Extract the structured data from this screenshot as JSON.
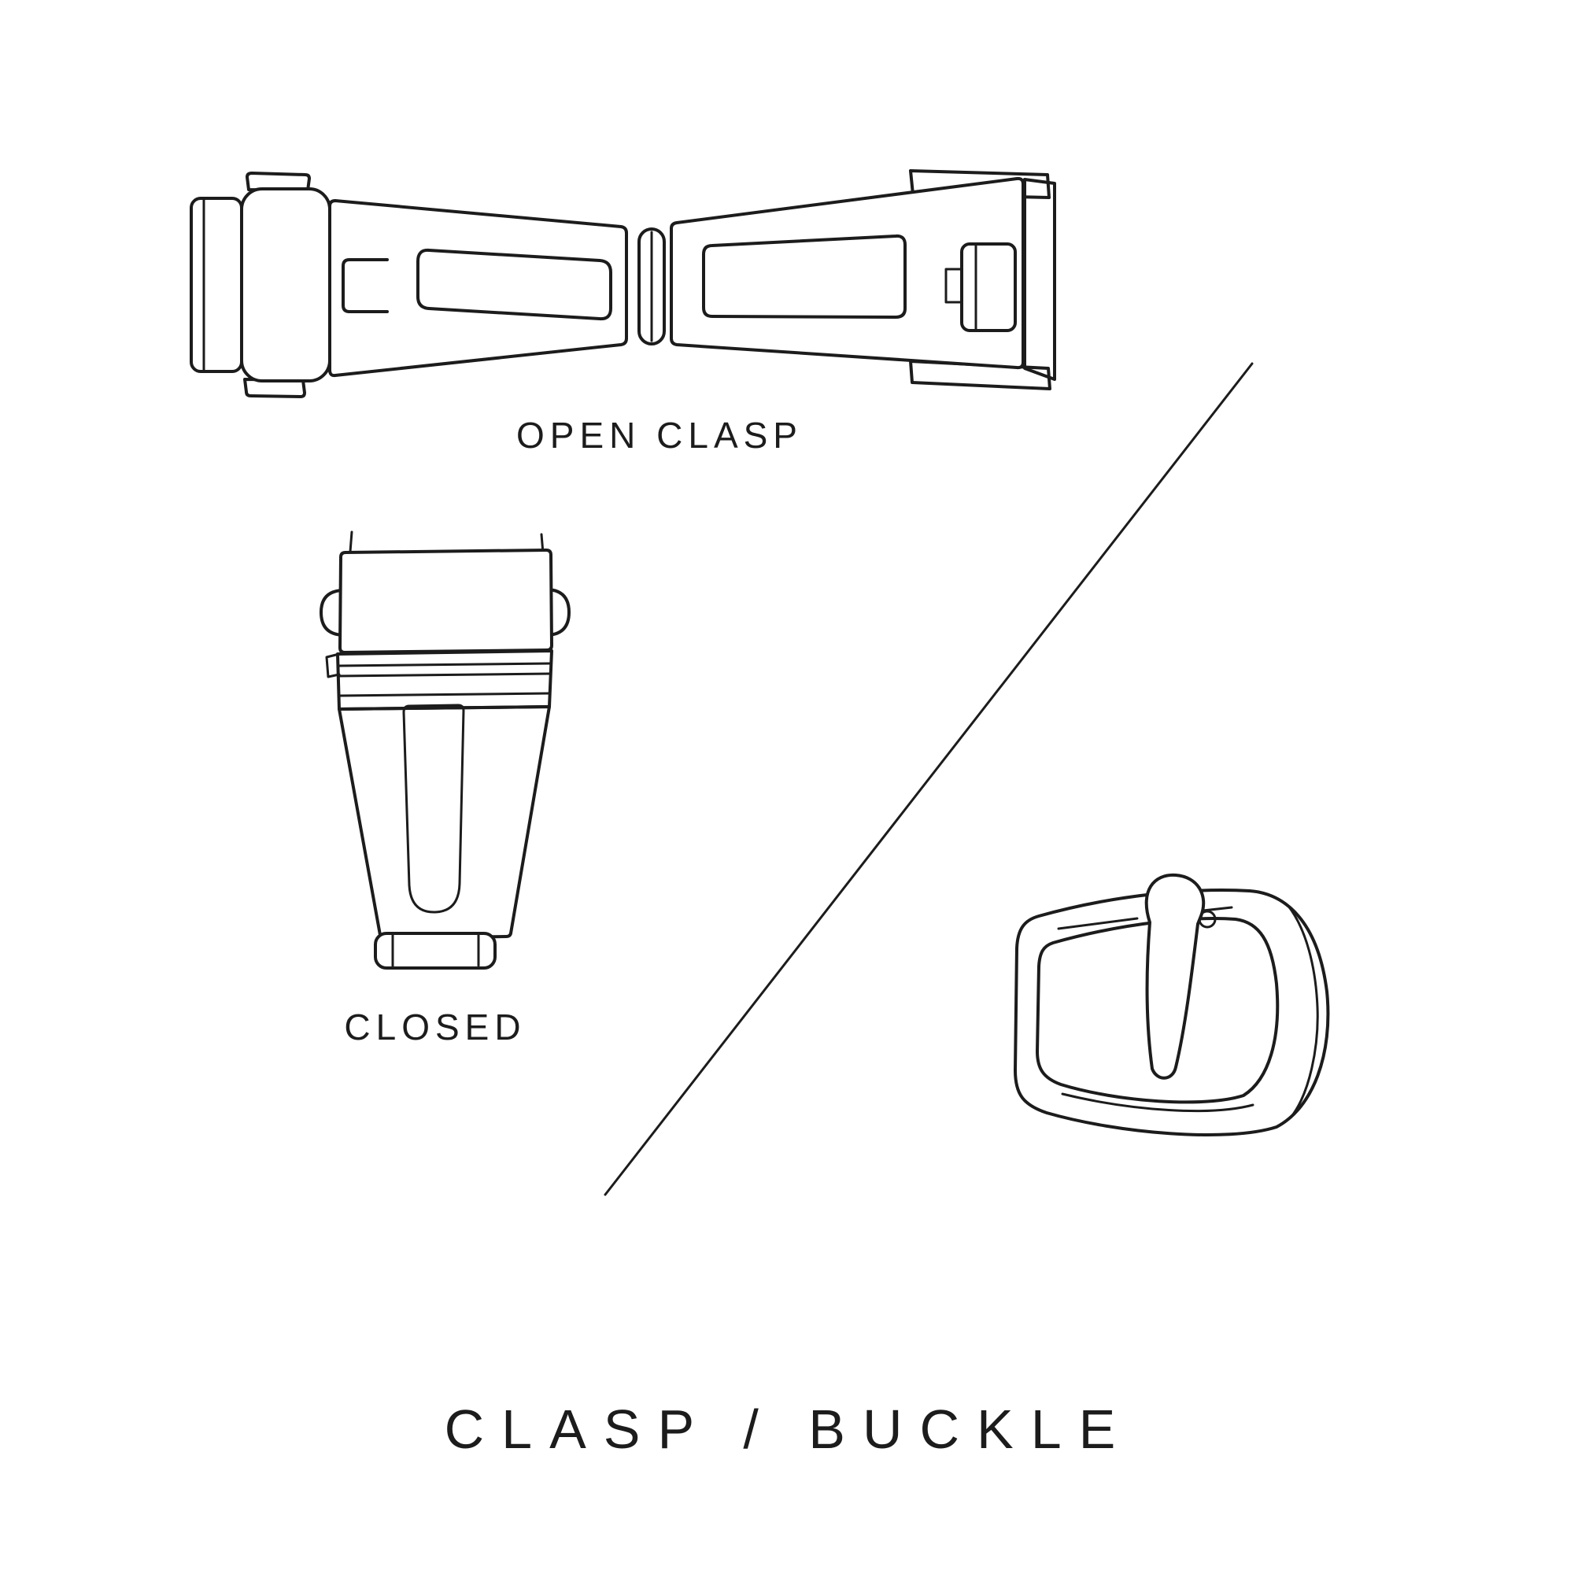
{
  "canvas": {
    "background": "#ffffff",
    "ink": "#1c1c1c"
  },
  "labels": {
    "open_clasp": "OPEN CLASP",
    "closed": "CLOSED",
    "title": "CLASP / BUCKLE"
  },
  "illustrations": [
    {
      "name": "open-clasp-illustration"
    },
    {
      "name": "closed-clasp-illustration"
    },
    {
      "name": "pin-buckle-illustration"
    }
  ]
}
